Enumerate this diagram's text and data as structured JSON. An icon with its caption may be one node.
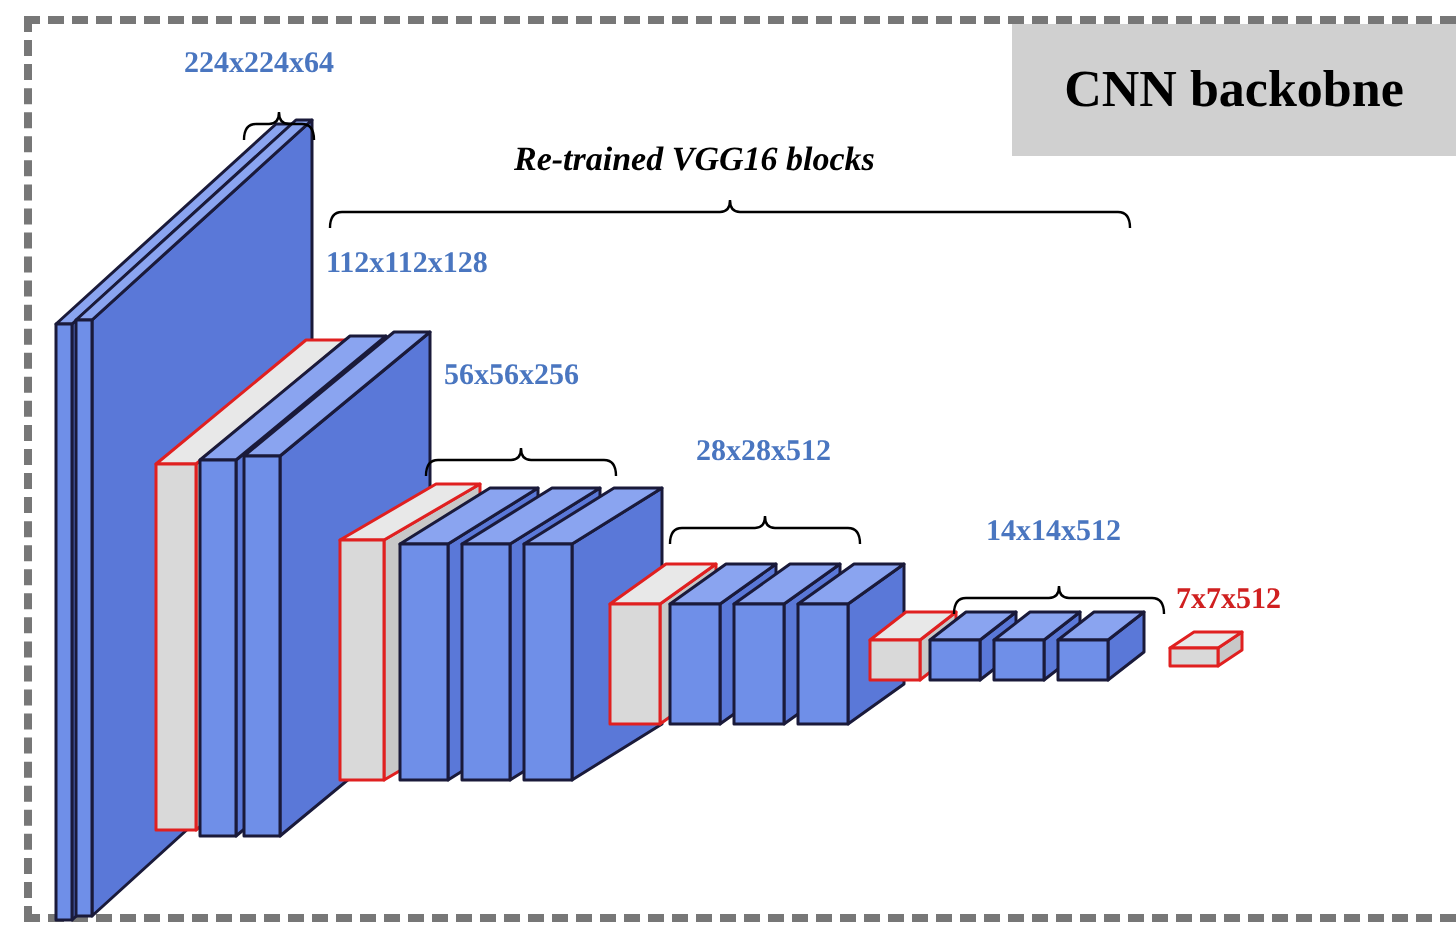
{
  "diagram": {
    "title": "CNN backobne",
    "labels": [
      "224x224x64",
      "Re-trained VGG16 blocks",
      "112x112x128",
      "56x56x256",
      "28x28x512",
      "14x14x512",
      "7x7x512"
    ]
  }
}
